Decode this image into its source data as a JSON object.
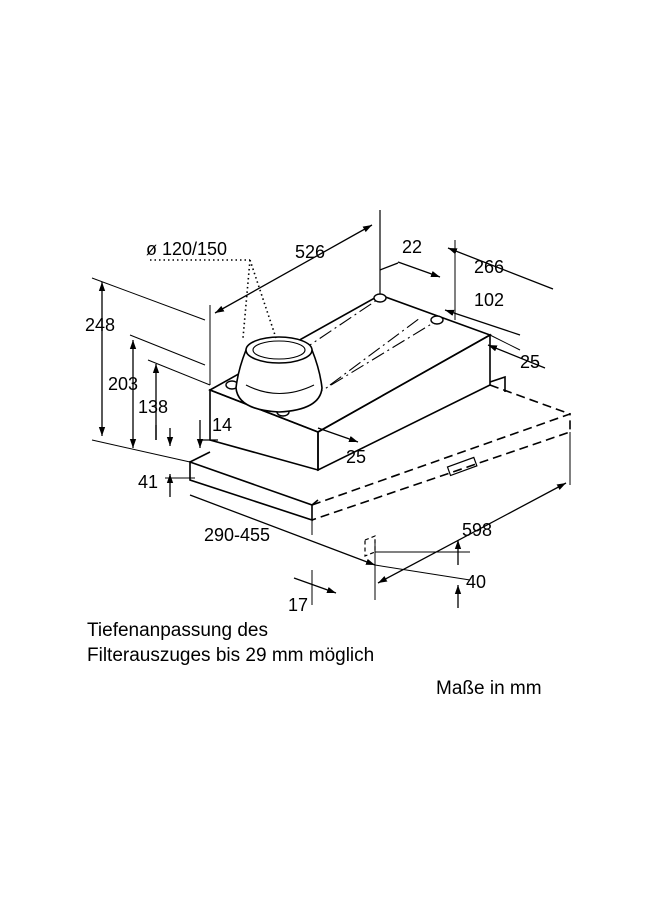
{
  "dimensions": {
    "duct_diameter": "ø 120/150",
    "depth_526": "526",
    "offset_22": "22",
    "width_266": "266",
    "width_102": "102",
    "offset_25_top": "25",
    "height_248": "248",
    "height_203": "203",
    "height_138": "138",
    "offset_14": "14",
    "offset_25_mid": "25",
    "height_41": "41",
    "range_290_455": "290-455",
    "width_598": "598",
    "height_40": "40",
    "offset_17": "17"
  },
  "notes": {
    "depth_adjust_line1": "Tiefenanpassung des",
    "depth_adjust_line2": "Filterauszuges bis 29 mm möglich",
    "units": "Maße in mm"
  }
}
